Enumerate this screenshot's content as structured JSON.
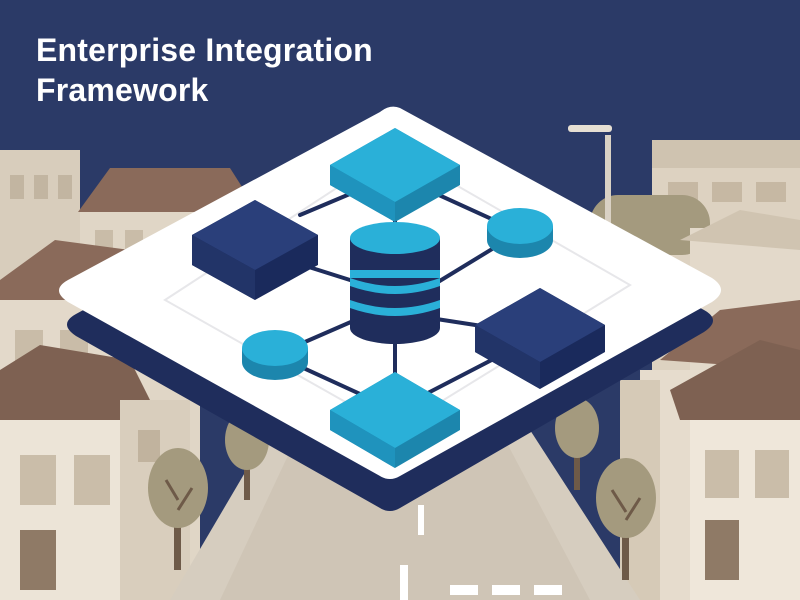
{
  "header": {
    "title_line_1": "Enterprise Integration",
    "title_line_2": "Framework"
  },
  "colors": {
    "sky": "#2b3a67",
    "building_light": "#dcd2c2",
    "building_shade": "#c9bca8",
    "roof": "#8a6a5a",
    "road": "#d6cdbf",
    "tree_foliage": "#a49a7e",
    "tree_trunk": "#6e5a48",
    "platform_top": "#ffffff",
    "platform_edge": "#1f2d5c",
    "node_light_blue": "#2ab0d8",
    "node_dark_blue": "#2a3f7a",
    "connector": "#1f2d5c"
  },
  "diagram": {
    "hub": {
      "name": "database",
      "icon": "database-cylinder-icon"
    },
    "nodes": [
      {
        "name": "top-block",
        "shape": "block",
        "color": "light-blue"
      },
      {
        "name": "left-block",
        "shape": "block",
        "color": "dark-blue"
      },
      {
        "name": "right-disc",
        "shape": "disc",
        "color": "light-blue"
      },
      {
        "name": "left-disc",
        "shape": "disc",
        "color": "light-blue"
      },
      {
        "name": "right-block",
        "shape": "block",
        "color": "dark-blue"
      },
      {
        "name": "bottom-block",
        "shape": "block",
        "color": "light-blue"
      }
    ]
  }
}
